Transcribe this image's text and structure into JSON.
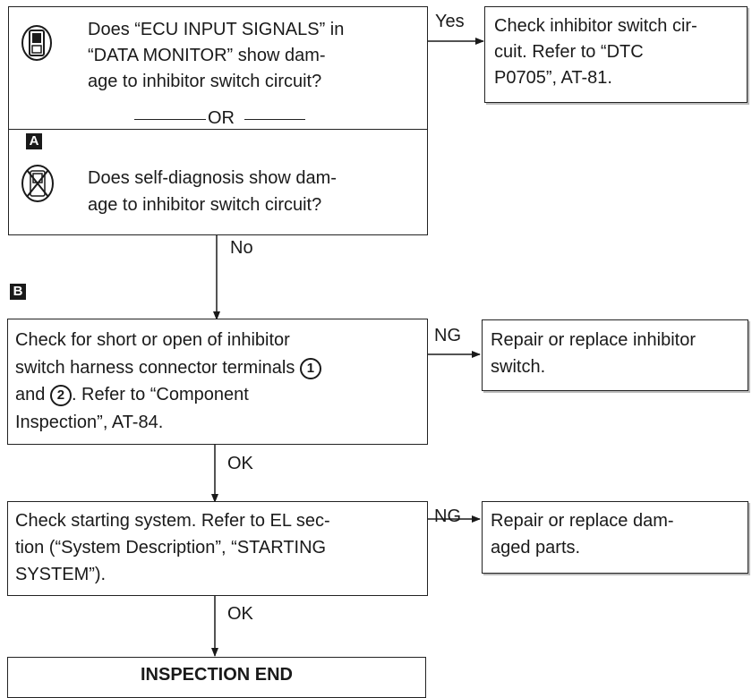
{
  "question_box": {
    "consult_text": "Does “ECU INPUT SIGNALS” in “DATA MONITOR” show damage to inhibitor switch circuit?",
    "consult_lines": [
      "Does “ECU INPUT SIGNALS” in",
      "“DATA MONITOR” show dam-",
      "age to inhibitor switch circuit?"
    ],
    "or_label": "OR",
    "marker_a": "A",
    "selfdiag_lines": [
      "Does self-diagnosis show dam-",
      "age to inhibitor switch circuit?"
    ],
    "icons": [
      "consult-tool-icon",
      "no-tool-icon"
    ]
  },
  "yes_branch": {
    "label": "Yes",
    "lines": [
      "Check inhibitor switch cir-",
      "cuit. Refer to “DTC",
      "P0705”, AT-81."
    ]
  },
  "no_label": "No",
  "marker_b": "B",
  "step_harness": {
    "line1": "Check for short or open of inhibitor",
    "line2": "switch harness connector terminals",
    "terminal_1": "1",
    "line3_pre": "and",
    "terminal_2": "2",
    "line3_post": ". Refer to “Component",
    "line4": "Inspection”, AT-84."
  },
  "ng_branch_1": {
    "label": "NG",
    "lines": [
      "Repair or replace inhibitor",
      "switch."
    ]
  },
  "ok_label_1": "OK",
  "step_starting": {
    "lines": [
      "Check starting system. Refer to EL sec-",
      "tion (“System Description”, “STARTING",
      "SYSTEM”)."
    ]
  },
  "ng_branch_2": {
    "label": "NG",
    "lines": [
      "Repair or replace dam-",
      "aged parts."
    ]
  },
  "ok_label_2": "OK",
  "end_box": {
    "label": "INSPECTION END"
  }
}
